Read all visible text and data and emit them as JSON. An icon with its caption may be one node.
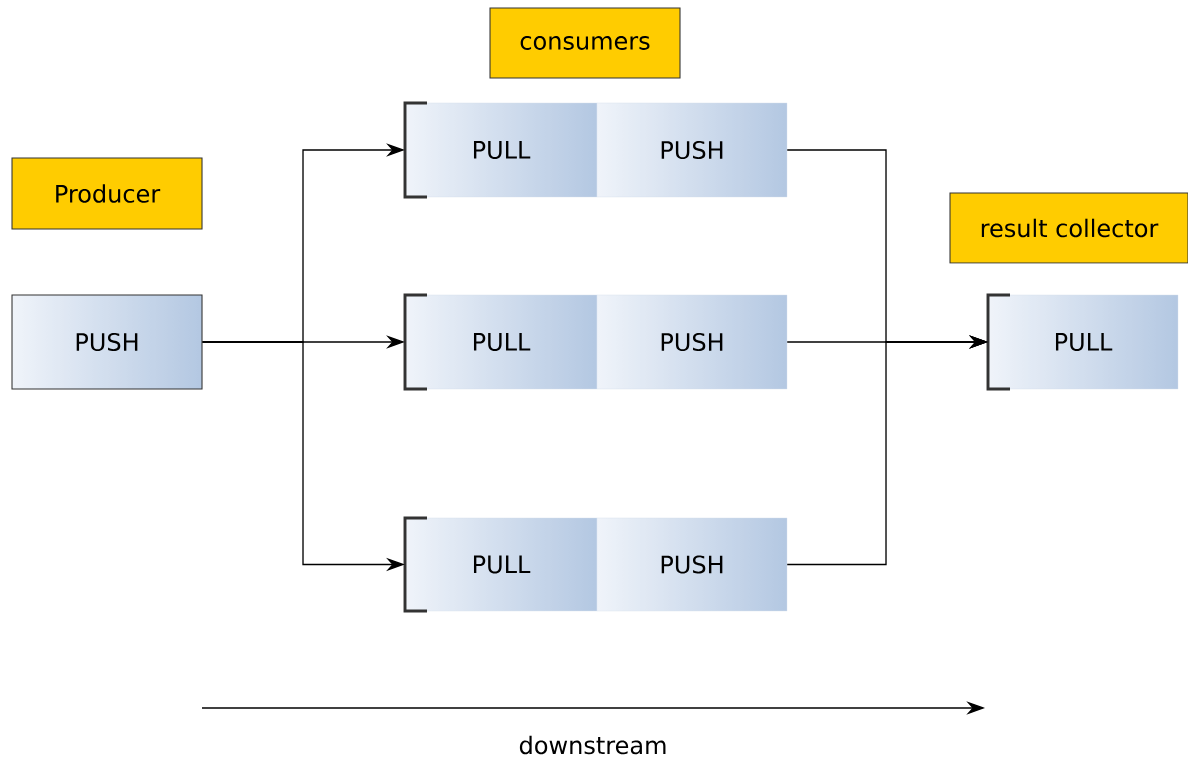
{
  "diagram": {
    "nodes": [
      {
        "text": [
          "Producer"
        ]
      },
      {
        "text": [
          "PUSH"
        ]
      },
      {
        "text": [
          "consumers"
        ]
      },
      {
        "text": [
          "PULL"
        ]
      },
      {
        "text": [
          "PUSH"
        ]
      },
      {
        "text": [
          "PULL"
        ]
      },
      {
        "text": [
          "PUSH"
        ]
      },
      {
        "text": [
          "PULL"
        ]
      },
      {
        "text": [
          "PUSH"
        ]
      },
      {
        "text": [
          "result collector"
        ]
      },
      {
        "text": [
          "PULL"
        ]
      }
    ],
    "edges": [
      {
        "from": 1,
        "to": 3,
        "arrow": "to"
      },
      {
        "from": 1,
        "to": 5,
        "arrow": "to"
      },
      {
        "from": 1,
        "to": 7,
        "arrow": "to"
      },
      {
        "from": 4,
        "to": 10,
        "arrow": "to"
      },
      {
        "from": 6,
        "to": 10,
        "arrow": "to"
      },
      {
        "from": 8,
        "to": 10,
        "arrow": "to"
      }
    ],
    "labels": [
      "downstream"
    ]
  }
}
